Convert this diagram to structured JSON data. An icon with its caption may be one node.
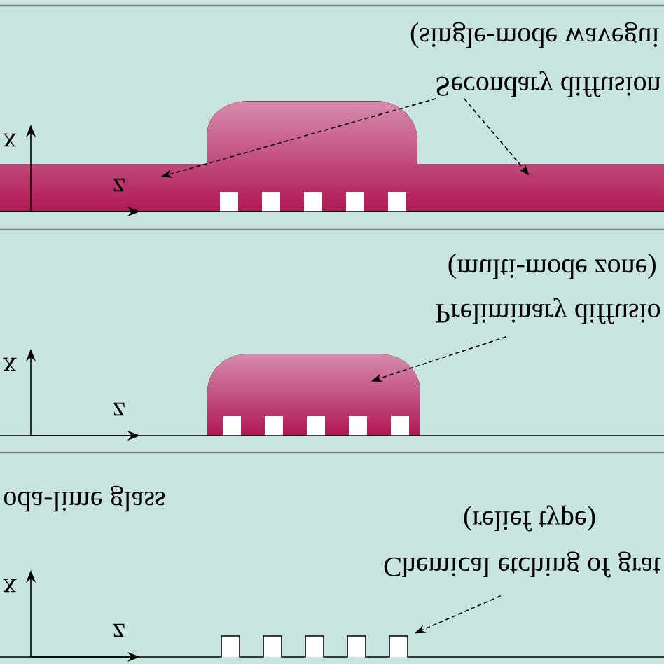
{
  "diagram": {
    "nodes": [
      {
        "text": [
          "(single-mode wavegui",
          "Secondary diffusion"
        ]
      },
      {
        "text": [],
        "shape": "bar"
      },
      {
        "text": [
          "(multi-mode zone)",
          "Preliminary diffusio"
        ]
      },
      {
        "text": [],
        "shape": "box"
      },
      {
        "text": [
          "(relief type)",
          "Chemical etching of grat"
        ]
      },
      {
        "text": [],
        "shape": "box"
      }
    ],
    "edges": [
      {
        "from": 0,
        "to": 1,
        "arrow": "to",
        "style": "dashed"
      },
      {
        "from": 0,
        "to": 1,
        "arrow": "to",
        "style": "dashed"
      },
      {
        "from": 2,
        "to": 3,
        "arrow": "to",
        "style": "dashed"
      },
      {
        "from": 4,
        "to": 5,
        "arrow": "to",
        "style": "dashed"
      }
    ],
    "labels": [
      "x",
      "z",
      "x",
      "z",
      "oda-lime glass",
      "x",
      "z"
    ]
  }
}
